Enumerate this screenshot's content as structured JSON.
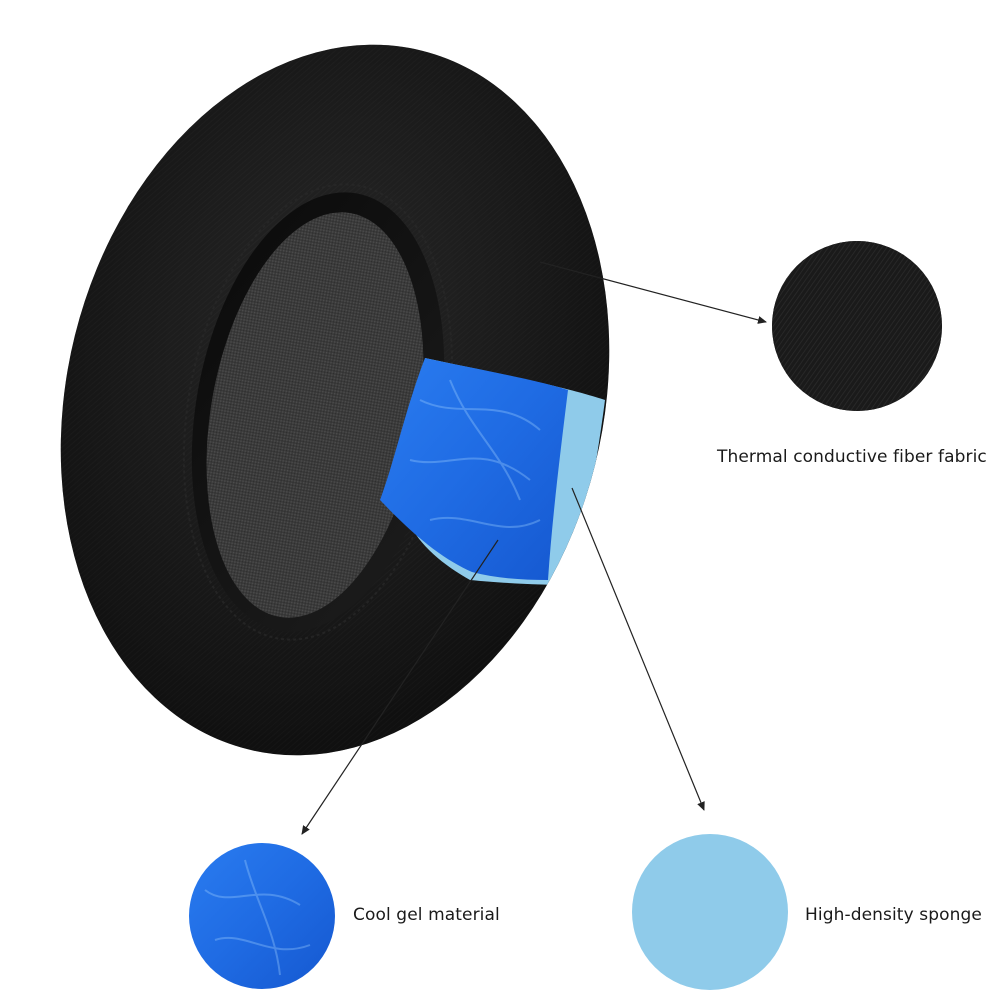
{
  "callouts": {
    "fabric": {
      "label": "Thermal conductive fiber fabric",
      "swatch_color": "#1c1c1c"
    },
    "gel": {
      "label": "Cool gel material",
      "swatch_color": "#1f6fe8"
    },
    "sponge": {
      "label": "High-density sponge",
      "swatch_color": "#8fcbea"
    }
  },
  "product": {
    "cushion_color": "#141414",
    "center_color": "#3a3a3a",
    "gel_color": "#1f6fe8",
    "sponge_color": "#8fcbea"
  }
}
